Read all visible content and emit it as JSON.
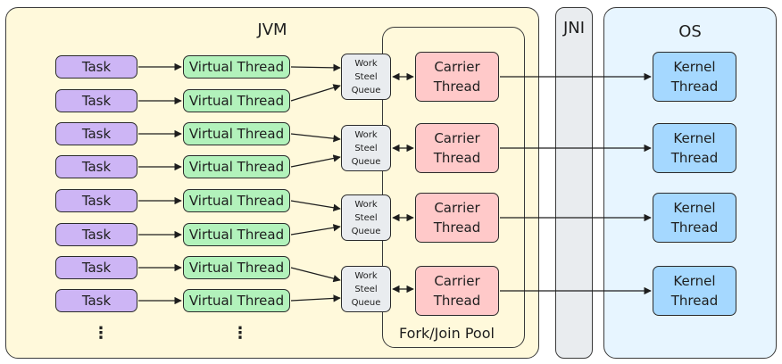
{
  "regions": {
    "jvm": "JVM",
    "jni": "JNI",
    "os": "OS",
    "pool": "Fork/Join Pool"
  },
  "tasks": [
    "Task",
    "Task",
    "Task",
    "Task",
    "Task",
    "Task",
    "Task",
    "Task"
  ],
  "virtual_threads": [
    "Virtual Thread",
    "Virtual Thread",
    "Virtual Thread",
    "Virtual Thread",
    "Virtual Thread",
    "Virtual Thread",
    "Virtual Thread",
    "Virtual Thread"
  ],
  "queues": [
    "Work\nSteel\nQueue",
    "Work\nSteel\nQueue",
    "Work\nSteel\nQueue",
    "Work\nSteel\nQueue"
  ],
  "carriers": [
    "Carrier\nThread",
    "Carrier\nThread",
    "Carrier\nThread",
    "Carrier\nThread"
  ],
  "kernels": [
    "Kernel\nThread",
    "Kernel\nThread",
    "Kernel\nThread",
    "Kernel\nThread"
  ],
  "ellipsis": "⋮",
  "colors": {
    "jvm_bg": "#fff9db",
    "jni_bg": "#e9ecef",
    "os_bg": "#e7f5ff",
    "task": "#cdb5f5",
    "virtual_thread": "#b2f2bb",
    "queue": "#e9ecef",
    "carrier": "#ffc9c9",
    "kernel": "#a5d8ff"
  }
}
